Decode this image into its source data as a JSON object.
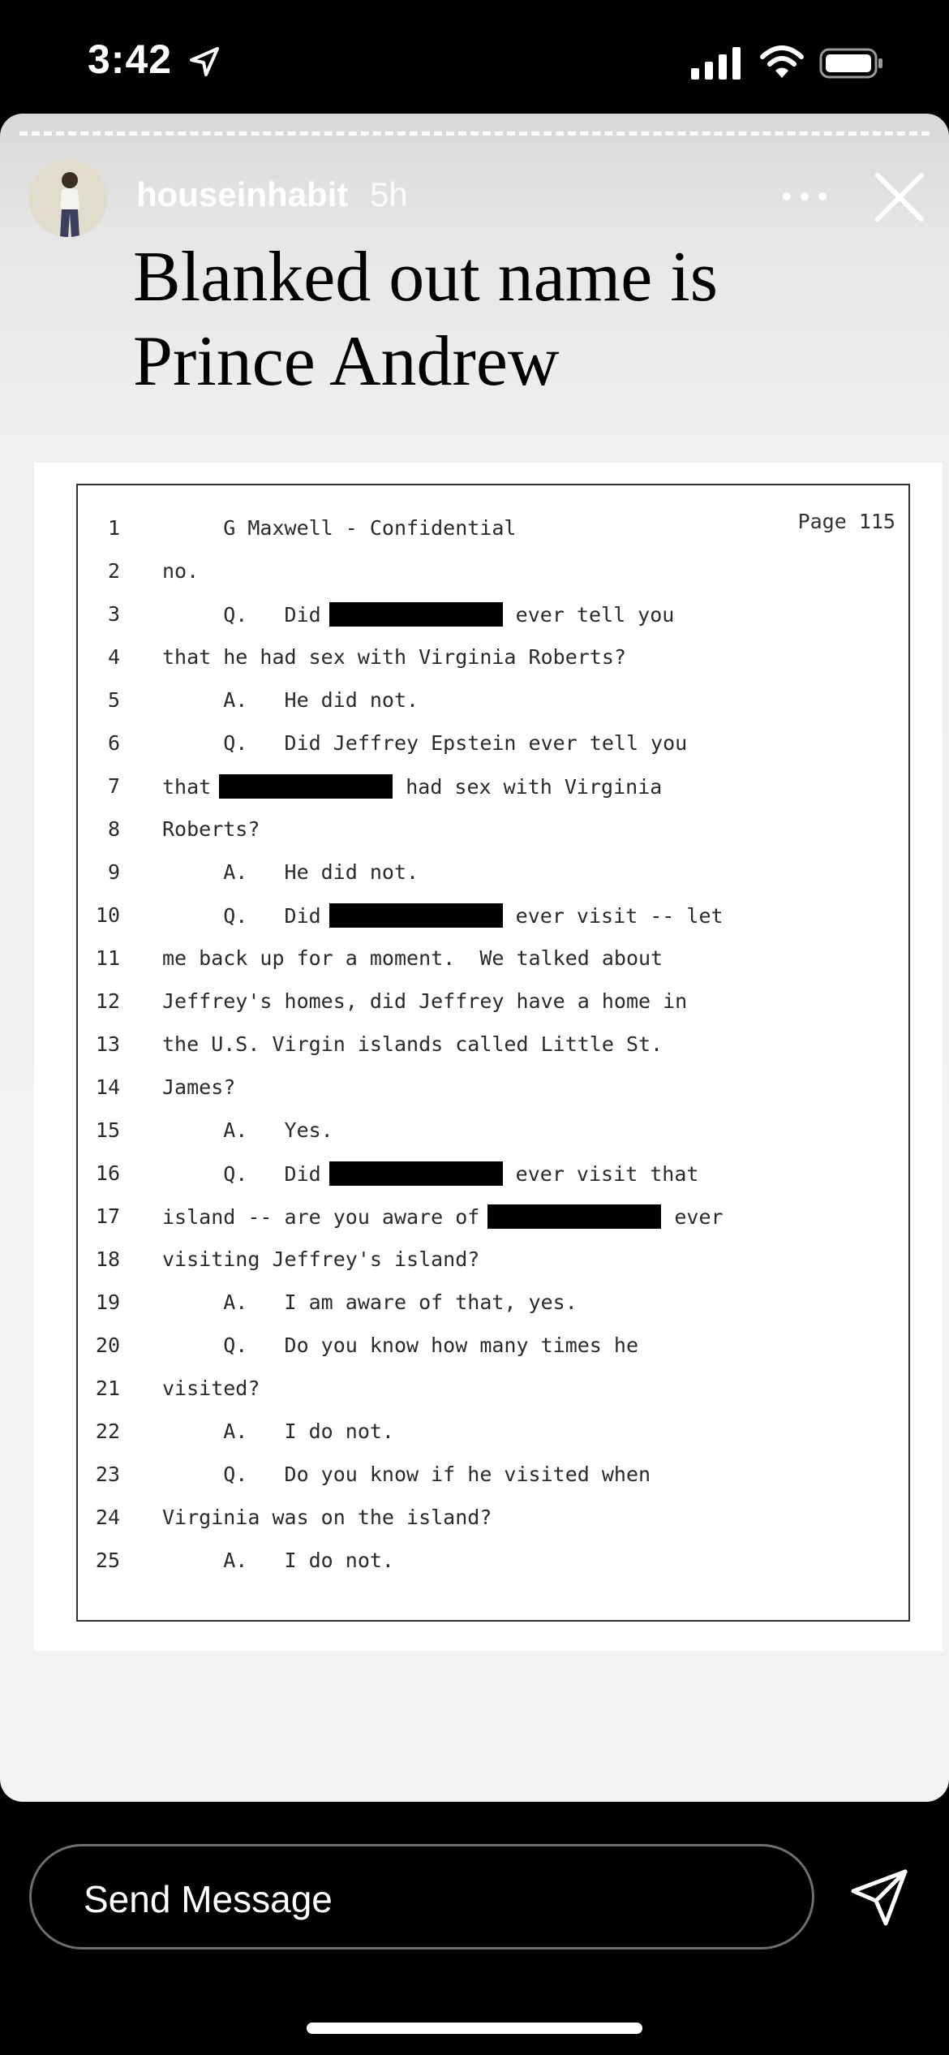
{
  "status_bar": {
    "time": "3:42"
  },
  "story": {
    "username": "houseinhabit",
    "time_ago": "5h",
    "headline": "Blanked out name is Prince Andrew"
  },
  "document": {
    "page": "Page 115",
    "lines": [
      {
        "n": "1",
        "parts": [
          "     G Maxwell - Confidential"
        ]
      },
      {
        "n": "2",
        "parts": [
          "no."
        ]
      },
      {
        "n": "3",
        "parts": [
          "     Q.   Did",
          "ever tell you"
        ]
      },
      {
        "n": "4",
        "parts": [
          "that he had sex with Virginia Roberts?"
        ]
      },
      {
        "n": "5",
        "parts": [
          "     A.   He did not."
        ]
      },
      {
        "n": "6",
        "parts": [
          "     Q.   Did Jeffrey Epstein ever tell you"
        ]
      },
      {
        "n": "7",
        "parts": [
          "that",
          "had sex with Virginia"
        ]
      },
      {
        "n": "8",
        "parts": [
          "Roberts?"
        ]
      },
      {
        "n": "9",
        "parts": [
          "     A.   He did not."
        ]
      },
      {
        "n": "10",
        "parts": [
          "     Q.   Did",
          "ever visit -- let"
        ]
      },
      {
        "n": "11",
        "parts": [
          "me back up for a moment.  We talked about"
        ]
      },
      {
        "n": "12",
        "parts": [
          "Jeffrey's homes, did Jeffrey have a home in"
        ]
      },
      {
        "n": "13",
        "parts": [
          "the U.S. Virgin islands called Little St."
        ]
      },
      {
        "n": "14",
        "parts": [
          "James?"
        ]
      },
      {
        "n": "15",
        "parts": [
          "     A.   Yes."
        ]
      },
      {
        "n": "16",
        "parts": [
          "     Q.   Did",
          "ever visit that"
        ]
      },
      {
        "n": "17",
        "parts": [
          "island -- are you aware of",
          "ever"
        ]
      },
      {
        "n": "18",
        "parts": [
          "visiting Jeffrey's island?"
        ]
      },
      {
        "n": "19",
        "parts": [
          "     A.   I am aware of that, yes."
        ]
      },
      {
        "n": "20",
        "parts": [
          "     Q.   Do you know how many times he"
        ]
      },
      {
        "n": "21",
        "parts": [
          "visited?"
        ]
      },
      {
        "n": "22",
        "parts": [
          "     A.   I do not."
        ]
      },
      {
        "n": "23",
        "parts": [
          "     Q.   Do you know if he visited when"
        ]
      },
      {
        "n": "24",
        "parts": [
          "Virginia was on the island?"
        ]
      },
      {
        "n": "25",
        "parts": [
          "     A.   I do not."
        ]
      }
    ]
  },
  "message_bar": {
    "placeholder": "Send Message"
  },
  "icons": {
    "location": "location-arrow-icon",
    "signal": "cellular-signal-icon",
    "wifi": "wifi-icon",
    "battery": "battery-icon",
    "more": "more-dots-icon",
    "close": "close-icon",
    "send": "send-paper-plane-icon"
  }
}
